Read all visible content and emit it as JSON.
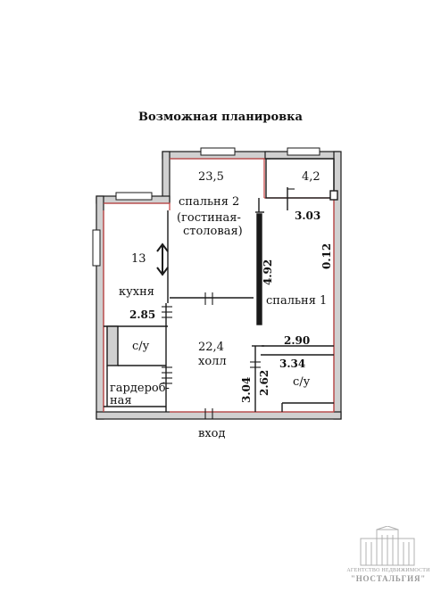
{
  "title": "Возможная планировка",
  "rooms": {
    "bedroom2": {
      "area": "23,5",
      "name": "спальня 2",
      "sub1": "(гостиная-",
      "sub2": "столовая)"
    },
    "balcony": {
      "area": "4,2",
      "dim": "3.03"
    },
    "kitchen": {
      "area": "13",
      "name": "кухня",
      "dim": "2.85"
    },
    "bedroom1": {
      "name": "спальня 1",
      "dim_width": "4.92",
      "dim_side": "0.12"
    },
    "hall": {
      "area": "22,4",
      "name": "холл",
      "dim_a": "2.90",
      "dim_b": "3.34",
      "dim_c": "3.04",
      "dim_d": "2.62"
    },
    "bath1": {
      "name": "с/у"
    },
    "bath2": {
      "name": "с/у"
    },
    "wardrobe": {
      "name1": "гардероб-",
      "name2": "ная"
    }
  },
  "entrance": "вход",
  "logo": {
    "line1": "АГЕНТСТВО НЕДВИЖИМОСТИ",
    "line2": "\"НОСТАЛЬГИЯ\""
  },
  "colors": {
    "wall": "#1a1a1a",
    "wall_fill": "#c9c9c9",
    "accent": "#c84a4a",
    "logo": "#b0b0b0"
  }
}
